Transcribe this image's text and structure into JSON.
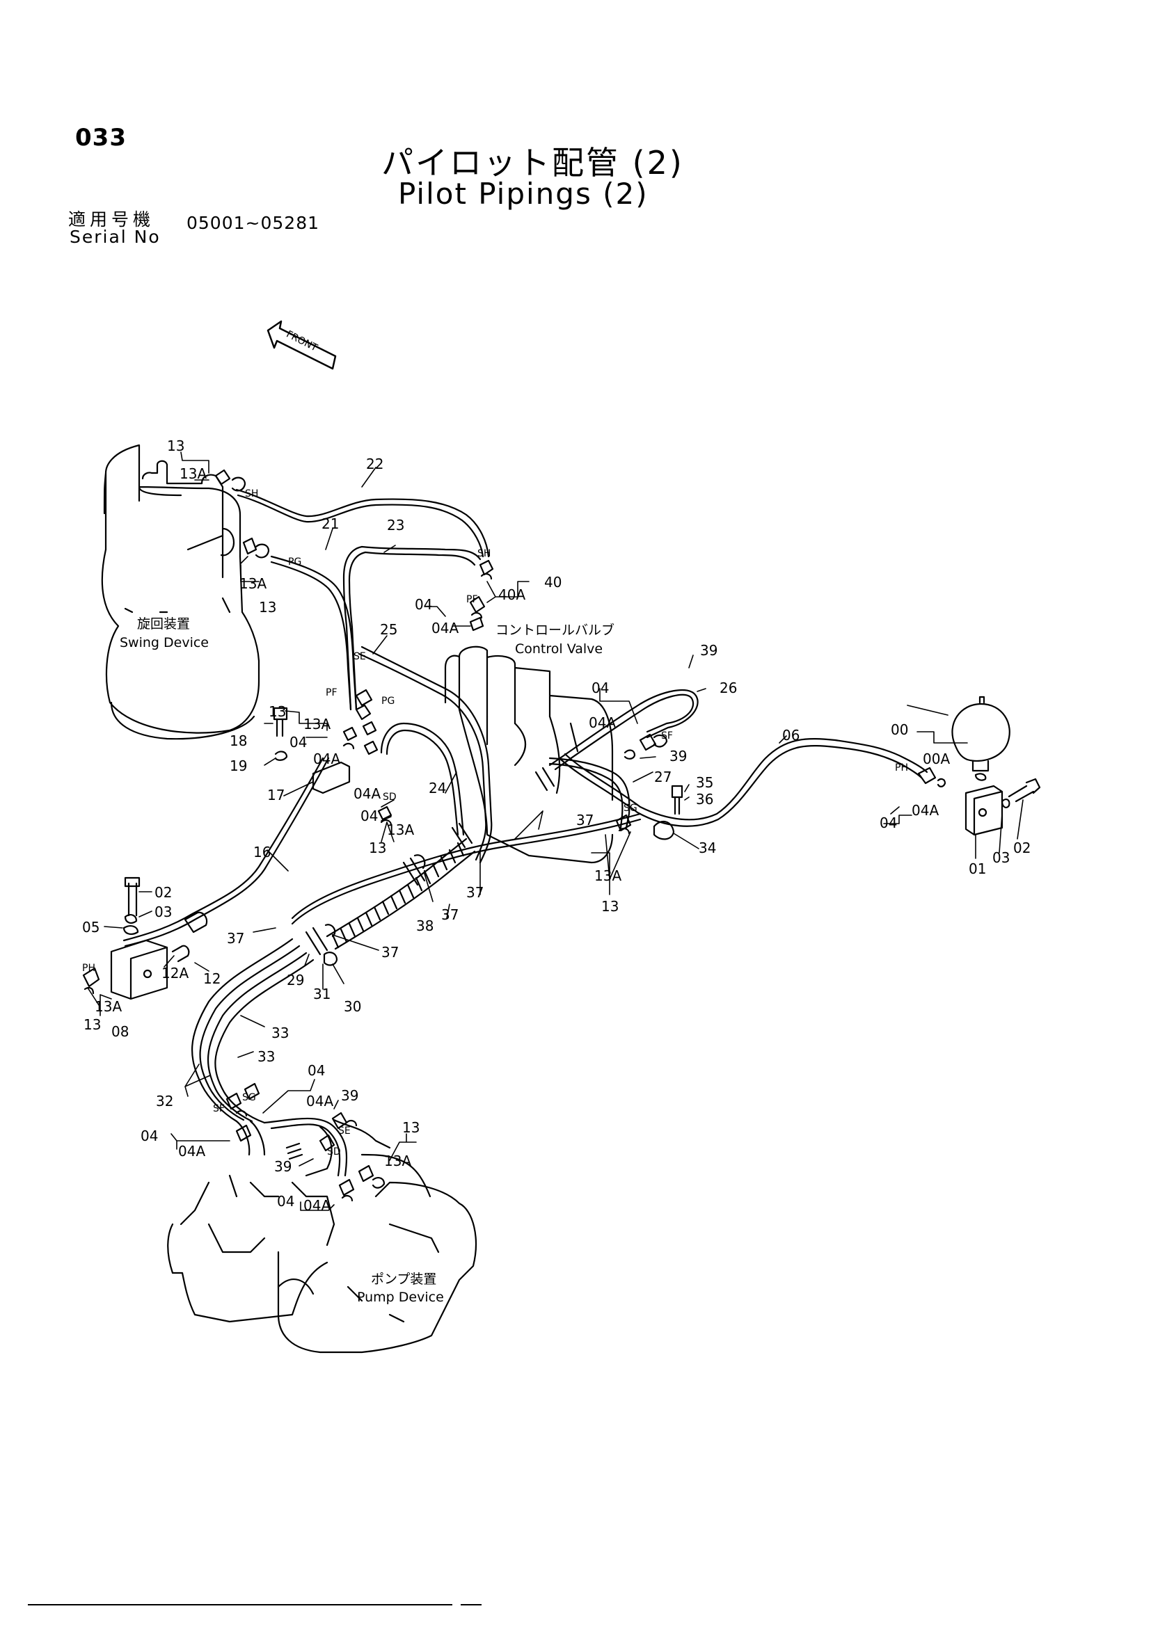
{
  "page_number": "033",
  "title_jp": "パイロット配管 (2)",
  "title_en": "Pilot Pipings (2)",
  "serial_label_jp": "適用号機",
  "serial_label_en": "Serial No",
  "serial_range": "05001~05281",
  "front_label": "FRONT",
  "assemblies": {
    "swing_jp": "旋回装置",
    "swing_en": "Swing Device",
    "control_jp": "コントロールバルブ",
    "control_en": "Control Valve",
    "pump_jp": "ポンプ装置",
    "pump_en": "Pump Device"
  },
  "callouts": {
    "c13_a": "13",
    "c13a_a": "13A",
    "c22": "22",
    "c21": "21",
    "c23": "23",
    "c13a_b": "13A",
    "c13_b": "13",
    "c40": "40",
    "c40a": "40A",
    "c04_a": "04",
    "c04a_a": "04A",
    "c25": "25",
    "c39_a": "39",
    "c26": "26",
    "c04_b": "04",
    "c04a_b": "04A",
    "c39_b": "39",
    "c27": "27",
    "c06": "06",
    "c00": "00",
    "c00a": "00A",
    "c13_c": "13",
    "c13a_c": "13A",
    "c04_c": "04",
    "c04a_c": "04A",
    "c18": "18",
    "c19": "19",
    "c17": "17",
    "c24": "24",
    "c04a_d": "04A",
    "c04_d": "04",
    "c13a_d": "13A",
    "c13_d": "13",
    "c35": "35",
    "c36": "36",
    "c37_a": "37",
    "c34": "34",
    "c04a_e": "04A",
    "c04_e": "04",
    "c01": "01",
    "c03_a": "03",
    "c02_a": "02",
    "c13a_e": "13A",
    "c13_e": "13",
    "c16": "16",
    "c37_b": "37",
    "c02_b": "02",
    "c03_b": "03",
    "c05": "05",
    "c38": "38",
    "c37_c": "37",
    "c37_d": "37",
    "c37_e": "37",
    "c12a": "12A",
    "c12": "12",
    "c29": "29",
    "c31": "31",
    "c30": "30",
    "c13a_f": "13A",
    "c13_f": "13",
    "c08": "08",
    "c33_a": "33",
    "c33_b": "33",
    "c32": "32",
    "c04_f": "04",
    "c04a_f": "04A",
    "c39_c": "39",
    "c13_g": "13",
    "c13a_g": "13A",
    "c04_g": "04",
    "c04a_g": "04A",
    "c39_d": "39",
    "c04_h": "04",
    "c04a_h": "04A"
  },
  "port_marks": {
    "sh_a": "SH",
    "pg_a": "PG",
    "sh_b": "SH",
    "pf_a": "PF",
    "se_a": "SE",
    "pf_b": "PF",
    "pg_b": "PG",
    "sd_a": "SD",
    "sf_a": "SF",
    "sg_a": "SG",
    "ph_a": "PH",
    "ph_b": "PH",
    "sg_b": "SG",
    "sf_b": "SF",
    "se_b": "SE",
    "sd_b": "SD"
  }
}
